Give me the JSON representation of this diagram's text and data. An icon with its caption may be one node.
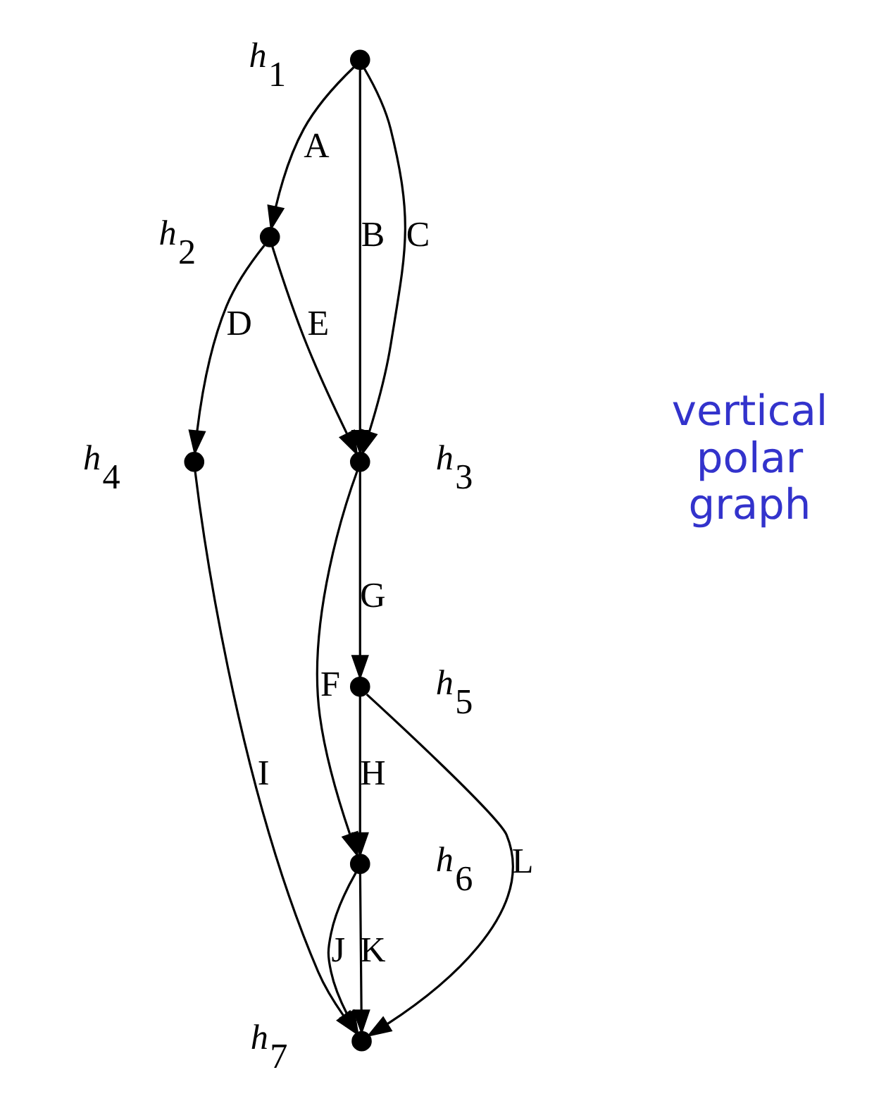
{
  "diagram": {
    "nodes": [
      {
        "text": [],
        "shape": "circle",
        "beside": [
          "h$_{1}$"
        ]
      },
      {
        "text": [],
        "shape": "circle",
        "beside": [
          "h$_{2}$"
        ]
      },
      {
        "text": [],
        "shape": "circle",
        "beside": [
          "h$_{3}$"
        ]
      },
      {
        "text": [],
        "shape": "circle",
        "beside": [
          "h$_{4}$"
        ]
      },
      {
        "text": [],
        "shape": "circle",
        "beside": [
          "h$_{5}$"
        ]
      },
      {
        "text": [],
        "shape": "circle",
        "beside": [
          "h$_{6}$"
        ]
      },
      {
        "text": [],
        "shape": "circle",
        "beside": [
          "h$_{7}$"
        ]
      }
    ],
    "edges": [
      {
        "from": 0,
        "to": 1,
        "arrow": "to",
        "label": "A"
      },
      {
        "from": 0,
        "to": 2,
        "arrow": "to",
        "label": "B"
      },
      {
        "from": 0,
        "to": 2,
        "arrow": "to",
        "label": "C"
      },
      {
        "from": 1,
        "to": 3,
        "arrow": "to",
        "label": "D"
      },
      {
        "from": 1,
        "to": 2,
        "arrow": "to",
        "label": "E"
      },
      {
        "from": 2,
        "to": 4,
        "arrow": "to",
        "label": "G"
      },
      {
        "from": 2,
        "to": 5,
        "arrow": "to",
        "label": "F"
      },
      {
        "from": 3,
        "to": 6,
        "arrow": "to",
        "label": "I"
      },
      {
        "from": 4,
        "to": 6,
        "arrow": "to",
        "label": "L"
      },
      {
        "from": 4,
        "to": 5,
        "arrow": "to",
        "label": "H"
      },
      {
        "from": 5,
        "to": 6,
        "arrow": "to",
        "label": "J"
      },
      {
        "from": 5,
        "to": 6,
        "arrow": "to",
        "label": "K"
      }
    ],
    "labels": [
      "vertical polar graph"
    ]
  }
}
